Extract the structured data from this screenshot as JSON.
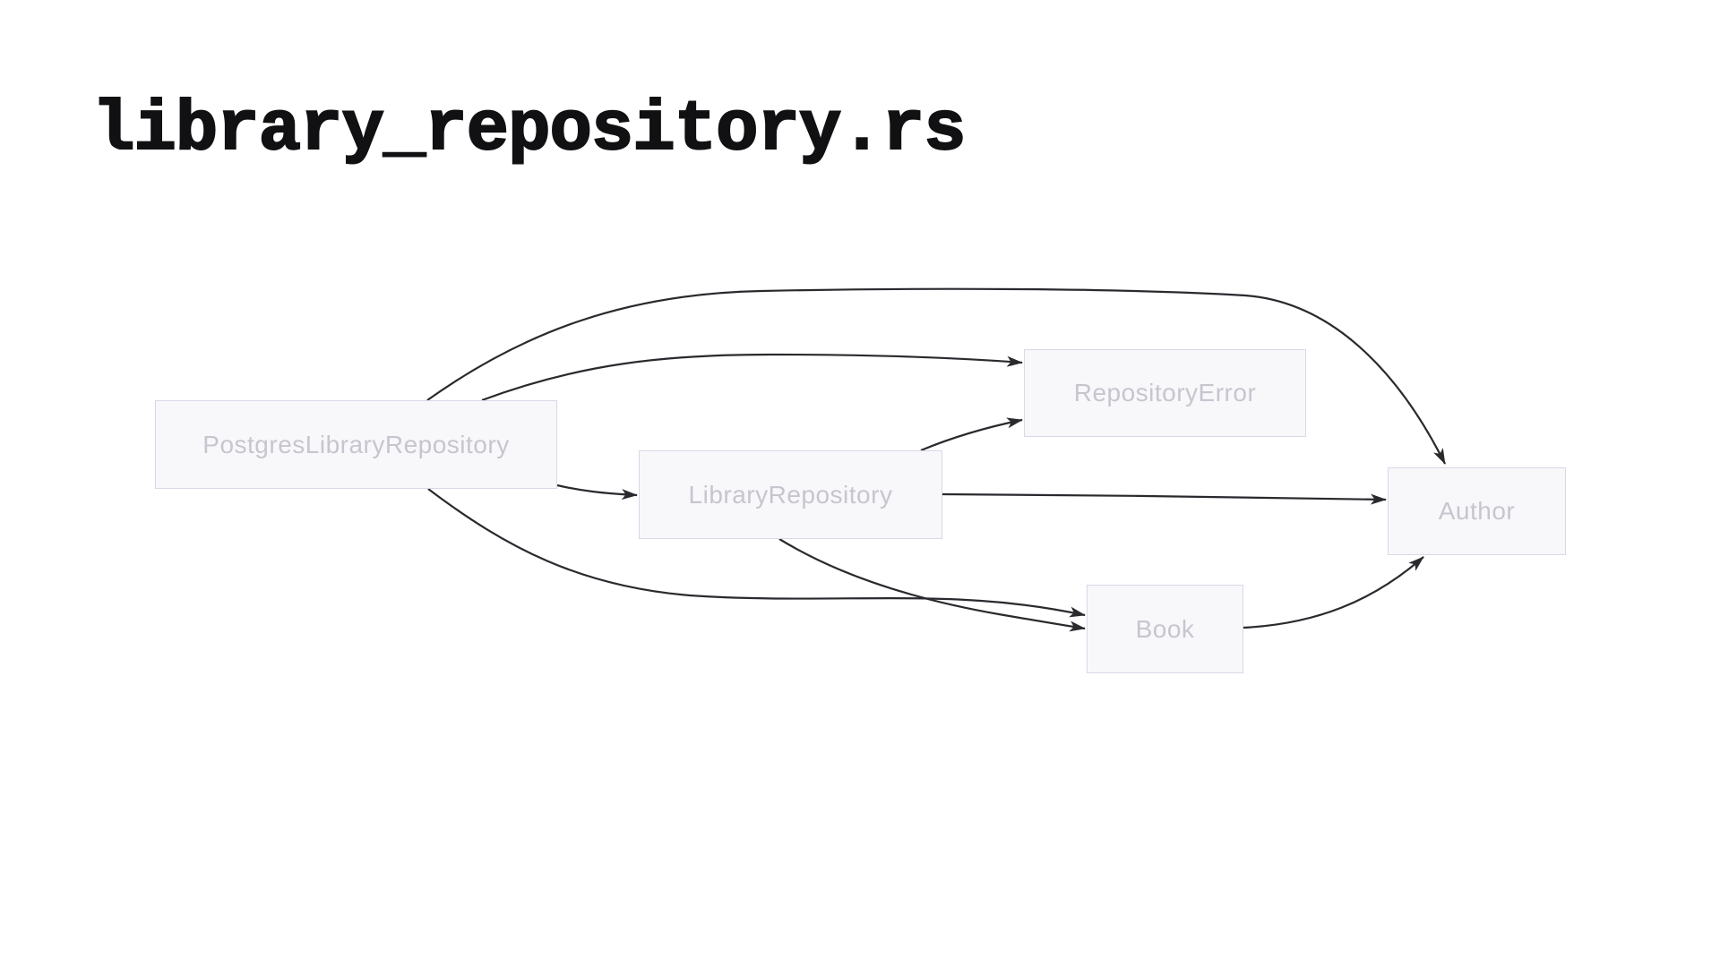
{
  "page": {
    "title": "library_repository.rs"
  },
  "theme": {
    "page-bg": "#ffffff",
    "title-color": "#111113",
    "node-fill": "#f8f8fb",
    "node-border": "#dbd7e7",
    "node-text": "#c7c5ce",
    "edge-color": "#2b292e"
  },
  "diagram": {
    "nodes": [
      {
        "id": "postgres-library-repository",
        "label": "PostgresLibraryRepository"
      },
      {
        "id": "library-repository",
        "label": "LibraryRepository"
      },
      {
        "id": "repository-error",
        "label": "RepositoryError"
      },
      {
        "id": "author",
        "label": "Author"
      },
      {
        "id": "book",
        "label": "Book"
      }
    ],
    "edges": [
      {
        "from": "PostgresLibraryRepository",
        "to": "Author"
      },
      {
        "from": "PostgresLibraryRepository",
        "to": "RepositoryError"
      },
      {
        "from": "PostgresLibraryRepository",
        "to": "LibraryRepository"
      },
      {
        "from": "PostgresLibraryRepository",
        "to": "Book"
      },
      {
        "from": "LibraryRepository",
        "to": "RepositoryError"
      },
      {
        "from": "LibraryRepository",
        "to": "Author"
      },
      {
        "from": "LibraryRepository",
        "to": "Book"
      },
      {
        "from": "Book",
        "to": "Author"
      }
    ]
  }
}
